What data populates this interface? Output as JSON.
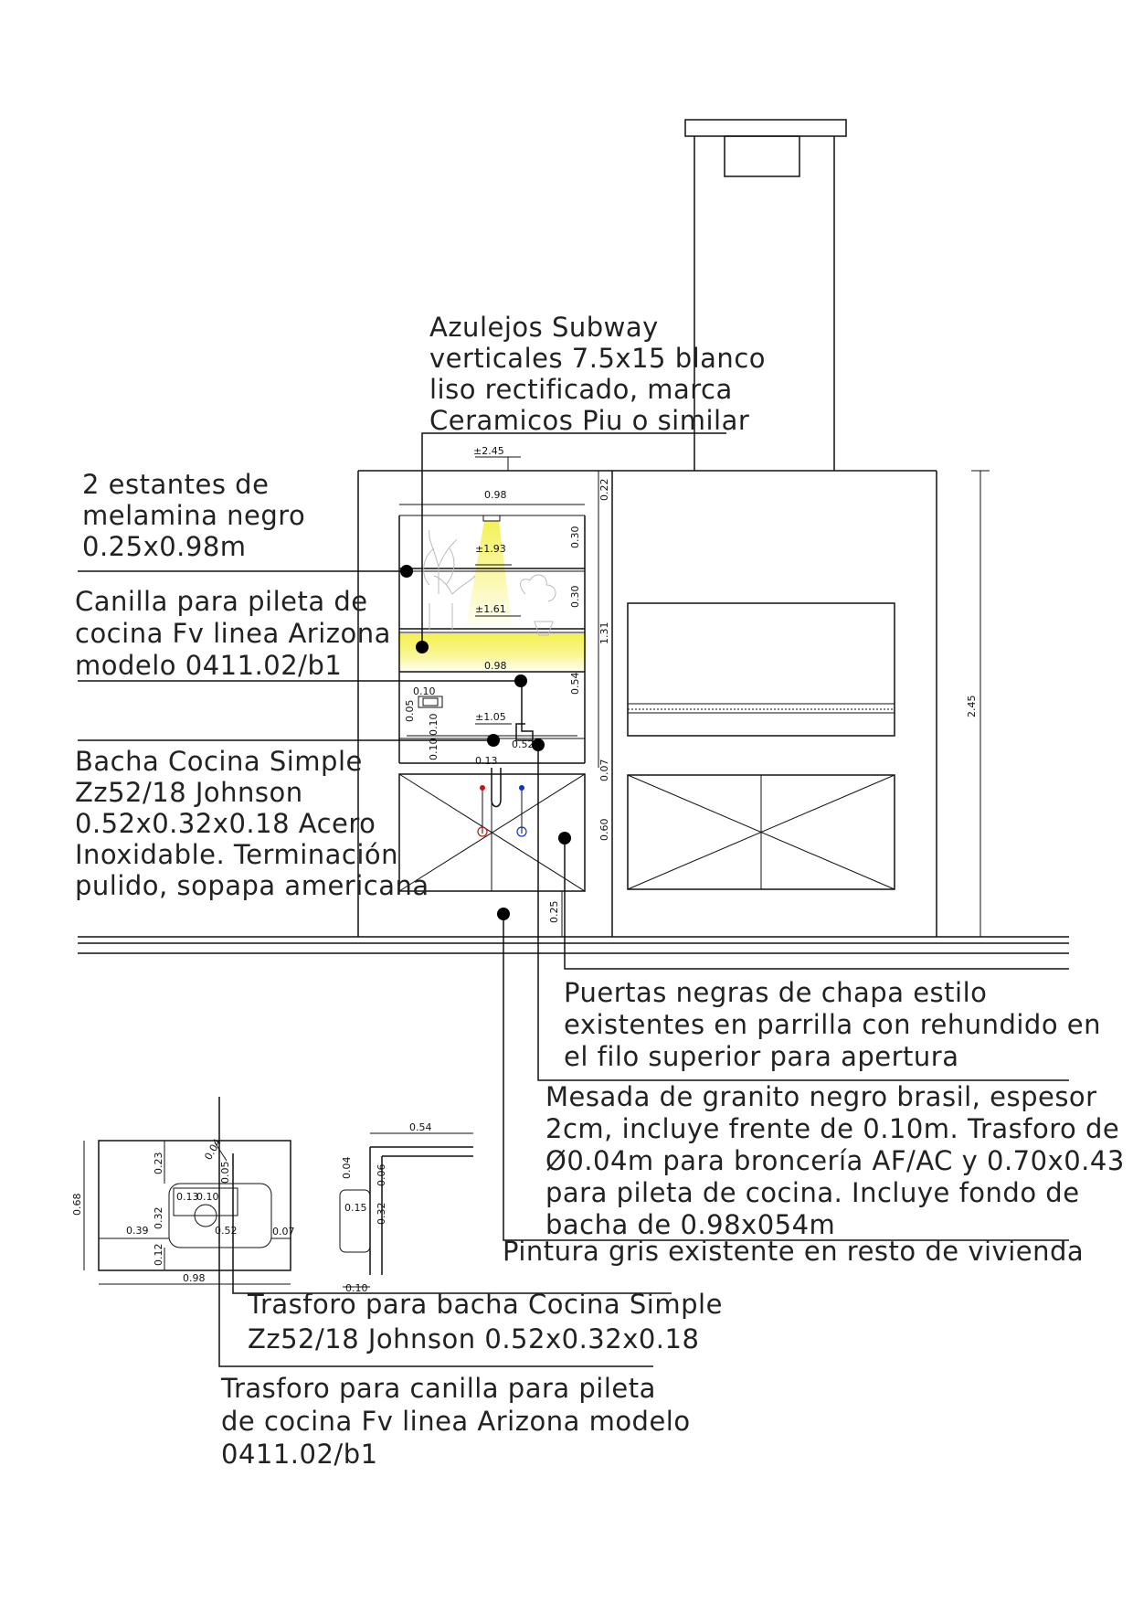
{
  "notes": {
    "azulejos": [
      "Azulejos Subway",
      "verticales 7.5x15 blanco",
      "liso rectificado, marca",
      "Ceramicos Piu o similar"
    ],
    "estantes": [
      "2 estantes de",
      "melamina negro",
      "0.25x0.98m"
    ],
    "canilla": [
      "Canilla para pileta de",
      "cocina Fv linea Arizona",
      "modelo 0411.02/b1"
    ],
    "bacha": [
      "Bacha Cocina Simple",
      "Zz52/18 Johnson",
      "0.52x0.32x0.18 Acero",
      "Inoxidable. Terminación",
      "pulido, sopapa americana"
    ],
    "puertas": [
      "Puertas negras de chapa estilo",
      "existentes en parrilla con rehundido en",
      "el filo superior para apertura"
    ],
    "mesada": [
      "Mesada de granito negro brasil, espesor",
      "2cm, incluye frente de 0.10m. Trasforo de",
      "Ø0.04m para broncería AF/AC y 0.70x0.43",
      "para pileta de cocina. Incluye fondo de",
      "bacha de 0.98x054m"
    ],
    "pintura": [
      "Pintura gris existente en resto de vivienda"
    ],
    "trasforo_bacha": [
      "Trasforo para bacha Cocina Simple",
      "Zz52/18 Johnson 0.52x0.32x0.18"
    ],
    "trasforo_canilla": [
      "Trasforo para canilla para pileta",
      "de cocina Fv linea Arizona modelo",
      "0411.02/b1"
    ]
  },
  "dims": {
    "lvl_245": "±2.45",
    "lvl_193": "±1.93",
    "lvl_161": "±1.61",
    "lvl_105": "±1.05",
    "w_098_top": "0.98",
    "w_098_mid": "0.98",
    "v_022": "0.22",
    "v_030_a": "0.30",
    "v_030_b": "0.30",
    "v_131": "1.31",
    "v_054": "0.54",
    "v_007": "0.07",
    "v_060": "0.60",
    "v_025": "0.25",
    "v_245": "2.45",
    "s_010_a": "0.10",
    "s_005": "0.05",
    "s_010_b": "0.10",
    "s_010_c": "0.10",
    "s_013": "0.13",
    "s_052": "0.52",
    "p_068": "0.68",
    "p_023": "0.23",
    "p_004": "0.04",
    "p_005": "0.05",
    "p_013": "0.13",
    "p_010": "0.10",
    "p_032": "0.32",
    "p_039": "0.39",
    "p_052": "0.52",
    "p_007": "0.07",
    "p_012": "0.12",
    "p_098": "0.98",
    "c_054": "0.54",
    "c_004": "0.04",
    "c_006": "0.06",
    "c_015": "0.15",
    "c_032": "0.32",
    "c_010": "0.10"
  },
  "colors": {
    "light_yellow": "#f4ee3a",
    "hot_water": "#cc1111",
    "cold_water": "#1133cc"
  }
}
